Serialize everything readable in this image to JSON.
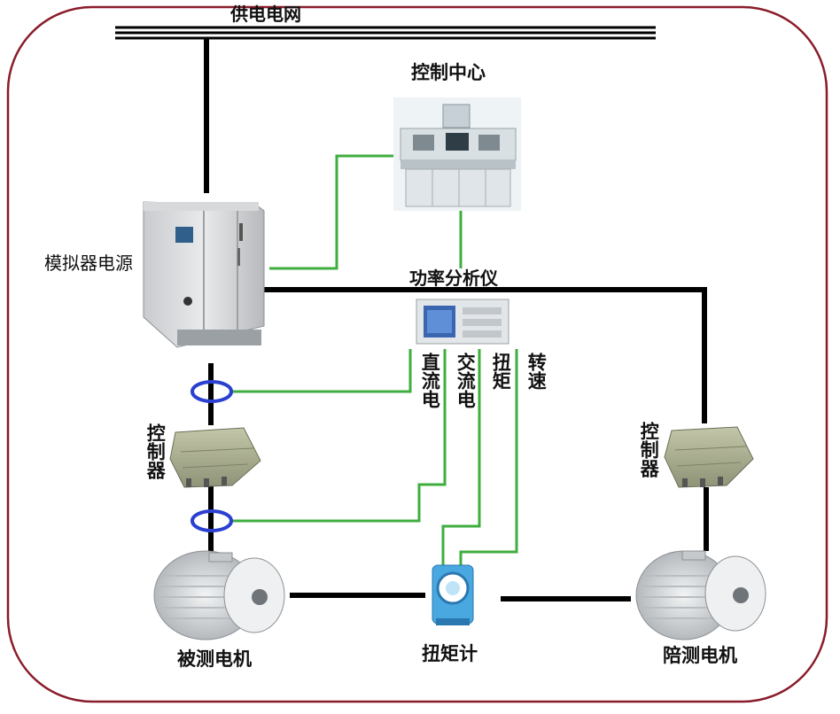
{
  "labels": {
    "grid": "供电电网",
    "control_center": "控制中心",
    "simulator_power": "模拟器电源",
    "power_analyzer": "功率分析仪",
    "signal_dc": "直流电",
    "signal_ac": "交流电",
    "signal_torque": "扭矩",
    "signal_speed": "转速",
    "controller_left": "控制器",
    "controller_right": "控制器",
    "motor_under_test": "被测电机",
    "torque_meter": "扭矩计",
    "load_motor": "陪测电机"
  },
  "colors": {
    "frame": "#8a1c2a",
    "power_line": "#000000",
    "signal_line": "#3fae3f",
    "current_probe": "#2b3fd0"
  }
}
